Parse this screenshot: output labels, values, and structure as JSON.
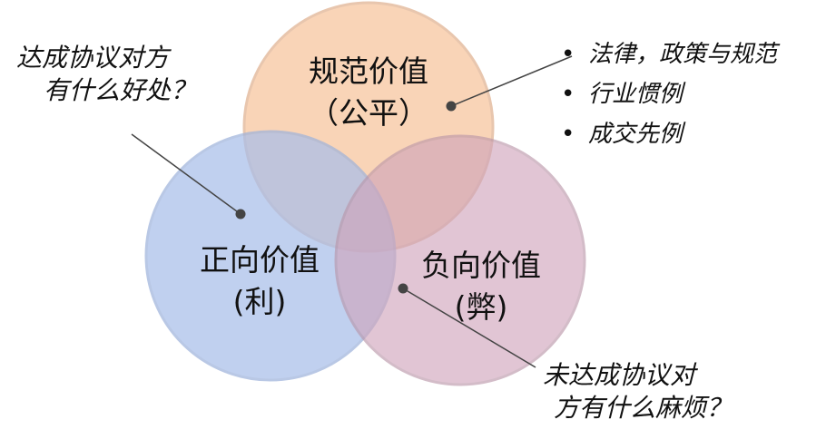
{
  "circles": {
    "top": {
      "title": "规范价值",
      "subtitle": "（公平）",
      "color": "#f8c9a4"
    },
    "left": {
      "title": "正向价值",
      "subtitle": "(利)",
      "color": "#aec2ec"
    },
    "right": {
      "title": "负向价值",
      "subtitle": "(弊)",
      "color": "#d8b4c6"
    }
  },
  "callouts": {
    "left_question": [
      "达成协议对方",
      "有什么好处？"
    ],
    "right_bullets": [
      "法律，政策与规范",
      "行业惯例",
      "成交先例"
    ],
    "bottom_question": [
      "未达成协议对",
      "方有什么麻烦？"
    ]
  }
}
